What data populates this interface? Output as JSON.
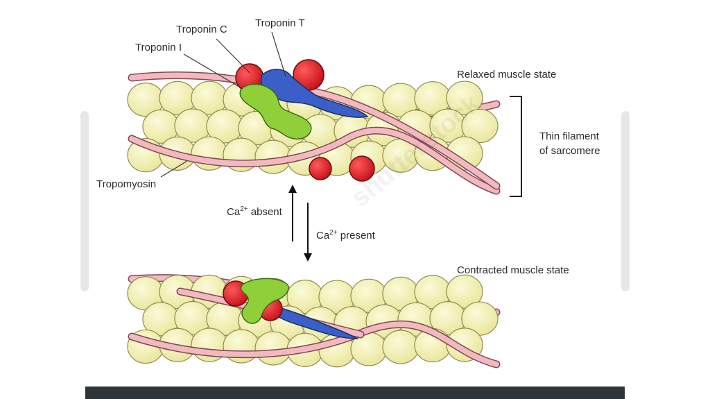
{
  "labels": {
    "troponin_c": "Troponin C",
    "troponin_t": "Troponin T",
    "troponin_i": "Troponin I",
    "tropomyosin": "Tropomyosin",
    "relaxed": "Relaxed muscle state",
    "thin_filament_1": "Thin filament",
    "thin_filament_2": "of sarcomere",
    "ca_absent_prefix": "Ca",
    "ca_absent_sup": "2+",
    "ca_absent_suffix": " absent",
    "ca_present_prefix": "Ca",
    "ca_present_sup": "2+",
    "ca_present_suffix": " present",
    "contracted": "Contracted muscle state"
  },
  "watermark": {
    "text": "shutterstock"
  },
  "colors": {
    "actin_fill": "#f2f0ae",
    "actin_stroke": "#8f8c52",
    "tropomyosin_fill": "#f4b8c0",
    "tropomyosin_stroke": "#7a4a52",
    "troponin_c": "#e01b24",
    "troponin_t": "#3a5fc8",
    "troponin_i": "#8fcf3a"
  }
}
